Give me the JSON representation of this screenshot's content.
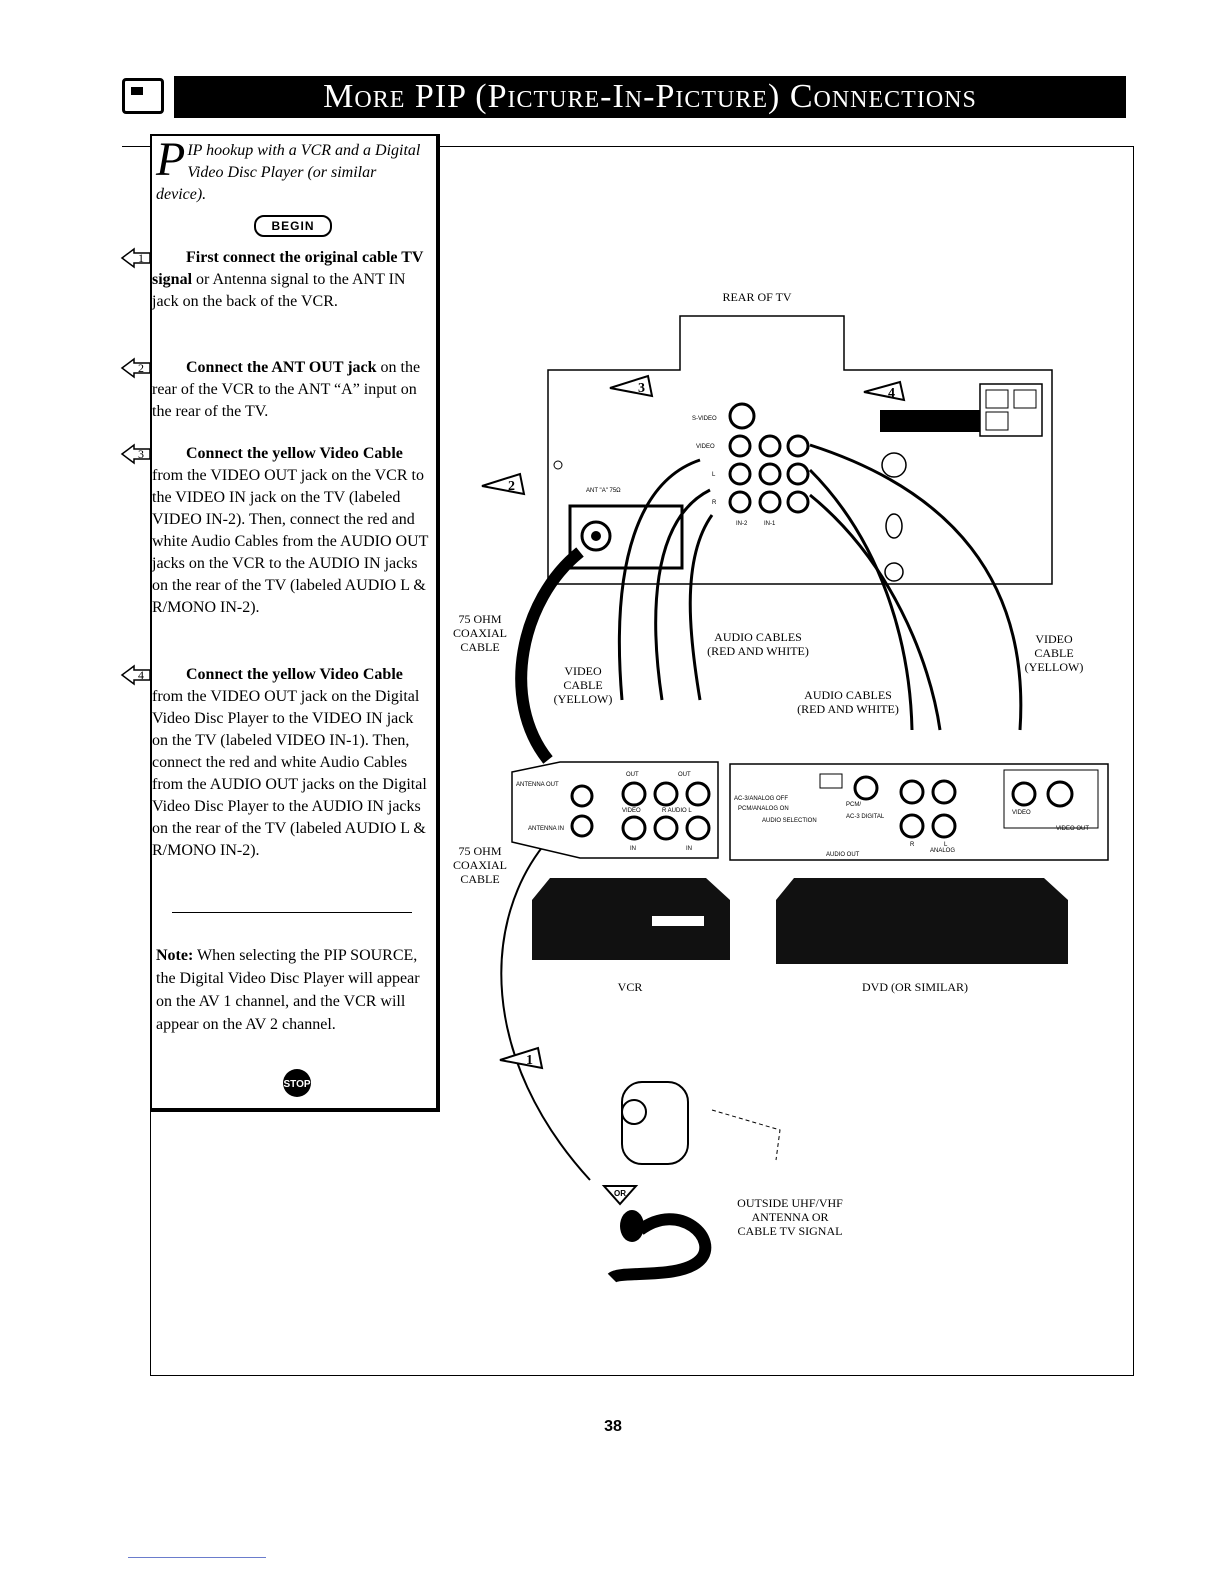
{
  "header": {
    "title": "More PIP (Picture-In-Picture) Connections",
    "icon": "tv-screen-icon"
  },
  "intro": {
    "dropcap": "P",
    "text": "IP hookup with a VCR and a Digital Video Disc Player (or similar device)."
  },
  "begin_badge": "BEGIN",
  "steps": [
    {
      "number": "1",
      "bold": "First connect the original cable TV signal",
      "text": " or Antenna signal to the ANT IN jack on the back of the VCR."
    },
    {
      "number": "2",
      "bold": "Connect the ANT OUT jack",
      "text": " on the rear of the VCR to the ANT “A” input on the rear of the TV."
    },
    {
      "number": "3",
      "bold": "Connect the yellow Video Cable",
      "text": " from the VIDEO OUT jack on the VCR to the VIDEO IN jack on the TV (labeled VIDEO IN-2). Then, connect the red and white Audio Cables from the AUDIO OUT jacks on the VCR to the AUDIO IN jacks on the rear of the TV (labeled AUDIO L & R/MONO IN-2)."
    },
    {
      "number": "4",
      "bold": "Connect the yellow Video Cable",
      "text": " from the VIDEO OUT jack on the Digital Video Disc Player to the VIDEO IN jack on the TV (labeled VIDEO IN-1). Then, connect the red and white Audio Cables from the AUDIO OUT jacks on the Digital Video Disc Player to the AUDIO IN jacks on the rear of the TV (labeled AUDIO L & R/MONO IN-2)."
    }
  ],
  "note": {
    "label": "Note:",
    "text": " When selecting the PIP SOURCE, the Digital Video Disc Player will appear on the AV 1 channel, and the VCR will appear on the AV 2 channel."
  },
  "stop_badge": "STOP",
  "diagram": {
    "rear_of_tv": "REAR OF TV",
    "coax_top": [
      "75 OHM",
      "COAXIAL",
      "CABLE"
    ],
    "coax_bottom": [
      "75 OHM",
      "COAXIAL",
      "CABLE"
    ],
    "video_cable_left": [
      "VIDEO",
      "CABLE",
      "(YELLOW)"
    ],
    "audio_cables_top": [
      "AUDIO CABLES",
      "(RED AND WHITE)"
    ],
    "audio_cables_mid": [
      "AUDIO CABLES",
      "(RED AND WHITE)"
    ],
    "video_cable_right": [
      "VIDEO",
      "CABLE",
      "(YELLOW)"
    ],
    "vcr_label": "VCR",
    "dvd_label": "DVD (OR SIMILAR)",
    "antenna_label": [
      "OUTSIDE UHF/VHF",
      "ANTENNA OR",
      "CABLE TV SIGNAL"
    ],
    "or_badge": "OR",
    "tv_jacks": {
      "svideo": "S-VIDEO",
      "video": "VIDEO",
      "ant_a": "ANT \"A\" 75Ω",
      "in2": "IN-2",
      "in1": "IN-1",
      "l": "L",
      "r": "R"
    },
    "vcr_panel": {
      "antenna_out": "ANTENNA OUT",
      "antenna_in": "ANTENNA IN",
      "out": "OUT",
      "in": "IN",
      "video": "VIDEO",
      "audio": "R AUDIO L"
    },
    "dvd_panel": {
      "ac3": "AC-3/ANALOG OFF",
      "pcm": "PCM/ANALOG ON",
      "audio_selection": "AUDIO SELECTION",
      "pcm2": "PCM/",
      "ac3_digital": "AC-3 DIGITAL",
      "analog": "ANALOG",
      "audio_out": "AUDIO OUT",
      "video": "VIDEO",
      "video_out": "VIDEO OUT",
      "r": "R",
      "l": "L"
    },
    "step_markers": [
      "1",
      "2",
      "3",
      "4"
    ]
  },
  "page_number": "38"
}
